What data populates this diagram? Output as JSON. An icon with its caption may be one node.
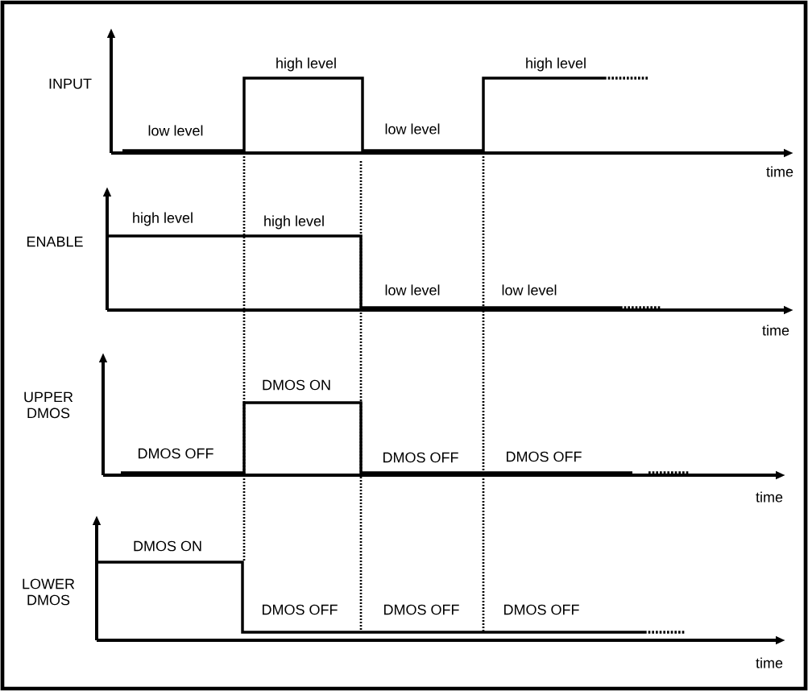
{
  "diagram": {
    "labels": [
      "INPUT",
      "low level",
      "high level",
      "low level",
      "high level",
      "time",
      "ENABLE",
      "high level",
      "high level",
      "low level",
      "low level",
      "time",
      "UPPER DMOS",
      "DMOS OFF",
      "DMOS ON",
      "DMOS OFF",
      "DMOS OFF",
      "time",
      "LOWER DMOS",
      "DMOS ON",
      "DMOS OFF",
      "DMOS OFF",
      "DMOS OFF",
      "time"
    ]
  }
}
